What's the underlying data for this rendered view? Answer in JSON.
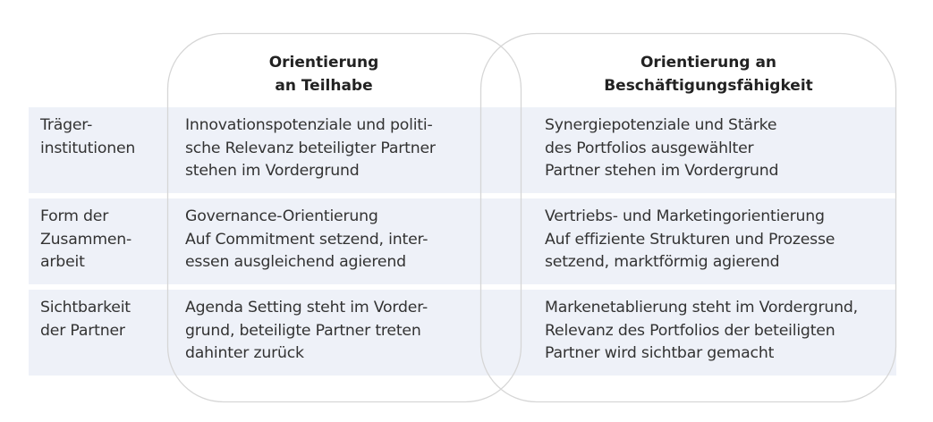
{
  "columns": [
    {
      "header": "Orientierung\nan Teilhabe"
    },
    {
      "header": "Orientierung an\nBeschäftigungsfähigkeit"
    }
  ],
  "rows": [
    {
      "label": "Träger-\ninstitutionen",
      "teilhabe": "Innovationspotenziale und politi-\nsche Relevanz beteiligter Partner\nstehen im Vordergrund",
      "beschaeftigung": "Synergiepotenziale und Stärke\ndes Portfolios ausgewählter\nPartner stehen im Vordergrund"
    },
    {
      "label": "Form der\nZusammen-\narbeit",
      "teilhabe": "Governance-Orientierung\nAuf Commitment setzend, inter-\nessen ausgleichend agierend",
      "beschaeftigung": "Vertriebs- und Marketingorientierung\nAuf effiziente Strukturen und Prozesse\nsetzend, marktförmig agierend"
    },
    {
      "label": "Sichtbarkeit\nder Partner",
      "teilhabe": "Agenda Setting steht im Vorder-\ngrund, beteiligte Partner treten\ndahinter zurück",
      "beschaeftigung": "Markenetablierung steht im Vordergrund,\nRelevanz des Portfolios der beteiligten\nPartner wird sichtbar gemacht"
    }
  ],
  "colors": {
    "row_fill": "#eef1f8",
    "frame_stroke": "#d6d6d6",
    "text": "#333333"
  }
}
